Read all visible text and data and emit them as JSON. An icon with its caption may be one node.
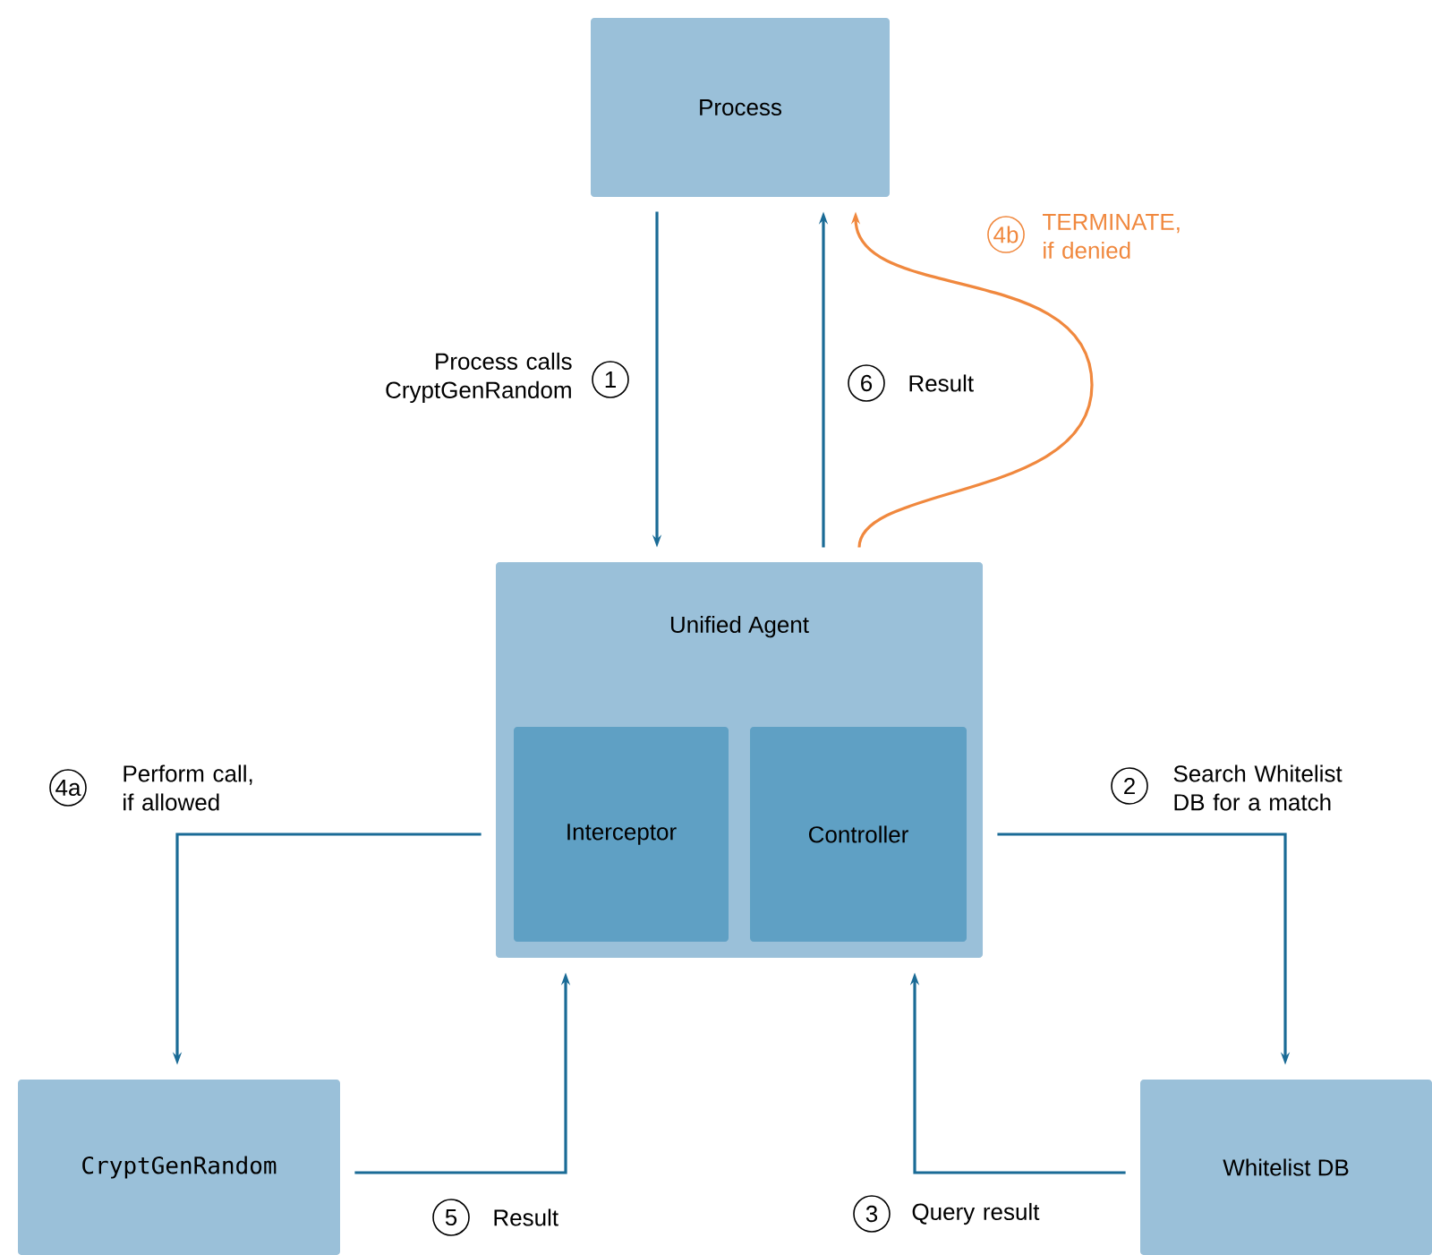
{
  "diagram": {
    "nodes": [
      {
        "text": [
          "Process"
        ]
      },
      {
        "text": [
          "Unified Agent"
        ]
      },
      {
        "text": [
          "Interceptor"
        ],
        "in": 1
      },
      {
        "text": [
          "Controller"
        ],
        "in": 1
      },
      {
        "text": [
          "CryptGenRandom"
        ]
      },
      {
        "text": [
          "Whitelist DB"
        ]
      }
    ],
    "edges": [
      {
        "from": 0,
        "to": 1,
        "arrow": "to",
        "label": "Process calls CryptGenRandom"
      },
      {
        "from": 1,
        "to": 0,
        "arrow": "to",
        "label": "Result"
      },
      {
        "from": 1,
        "to": 0,
        "arrow": "to",
        "label": "TERMINATE, if denied",
        "color": "#f0883e"
      },
      {
        "from": 1,
        "to": 4,
        "arrow": "to",
        "label": "Perform call, if allowed"
      },
      {
        "from": 1,
        "to": 5,
        "arrow": "to",
        "label": "Search Whitelist DB for a match"
      },
      {
        "from": 5,
        "to": 1,
        "arrow": "to",
        "label": "Query result"
      },
      {
        "from": 4,
        "to": 1,
        "arrow": "to",
        "label": "Result"
      }
    ],
    "labels": [
      "4b",
      "1",
      "6",
      "4a",
      "2",
      "5",
      "3"
    ]
  }
}
